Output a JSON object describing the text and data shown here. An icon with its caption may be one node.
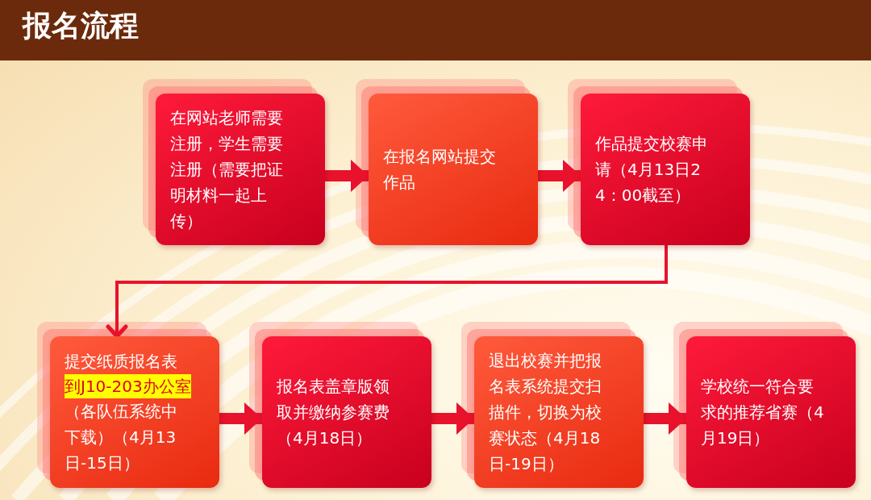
{
  "diagram": {
    "title": "报名流程",
    "nodes": [
      {
        "text": [
          "在网站老师需要注册，学生需要注册（需要把证明材料一起上传）"
        ]
      },
      {
        "text": [
          "在报名网站提交作品"
        ]
      },
      {
        "text": [
          "作品提交校赛申请（4月13日24：00截至）"
        ]
      },
      {
        "text": [
          "提交纸质报名表",
          "到J10-203办公室",
          "（各队伍系统中下载）（4月13日-15日）"
        ]
      },
      {
        "text": [
          "报名表盖章版领取并缴纳参赛费（4月18日）"
        ]
      },
      {
        "text": [
          "退出校赛并把报名表系统提交扫描件，切换为校赛状态（4月18日-19日）"
        ]
      },
      {
        "text": [
          "学校统一符合要求的推荐省赛（4月19日）"
        ]
      }
    ],
    "edges": [
      {
        "from": 0,
        "to": 1,
        "arrow": "to"
      },
      {
        "from": 1,
        "to": 2,
        "arrow": "to"
      },
      {
        "from": 2,
        "to": 3,
        "arrow": "to"
      },
      {
        "from": 3,
        "to": 4,
        "arrow": "to"
      },
      {
        "from": 4,
        "to": 5,
        "arrow": "to"
      },
      {
        "from": 5,
        "to": 6,
        "arrow": "to"
      }
    ]
  }
}
